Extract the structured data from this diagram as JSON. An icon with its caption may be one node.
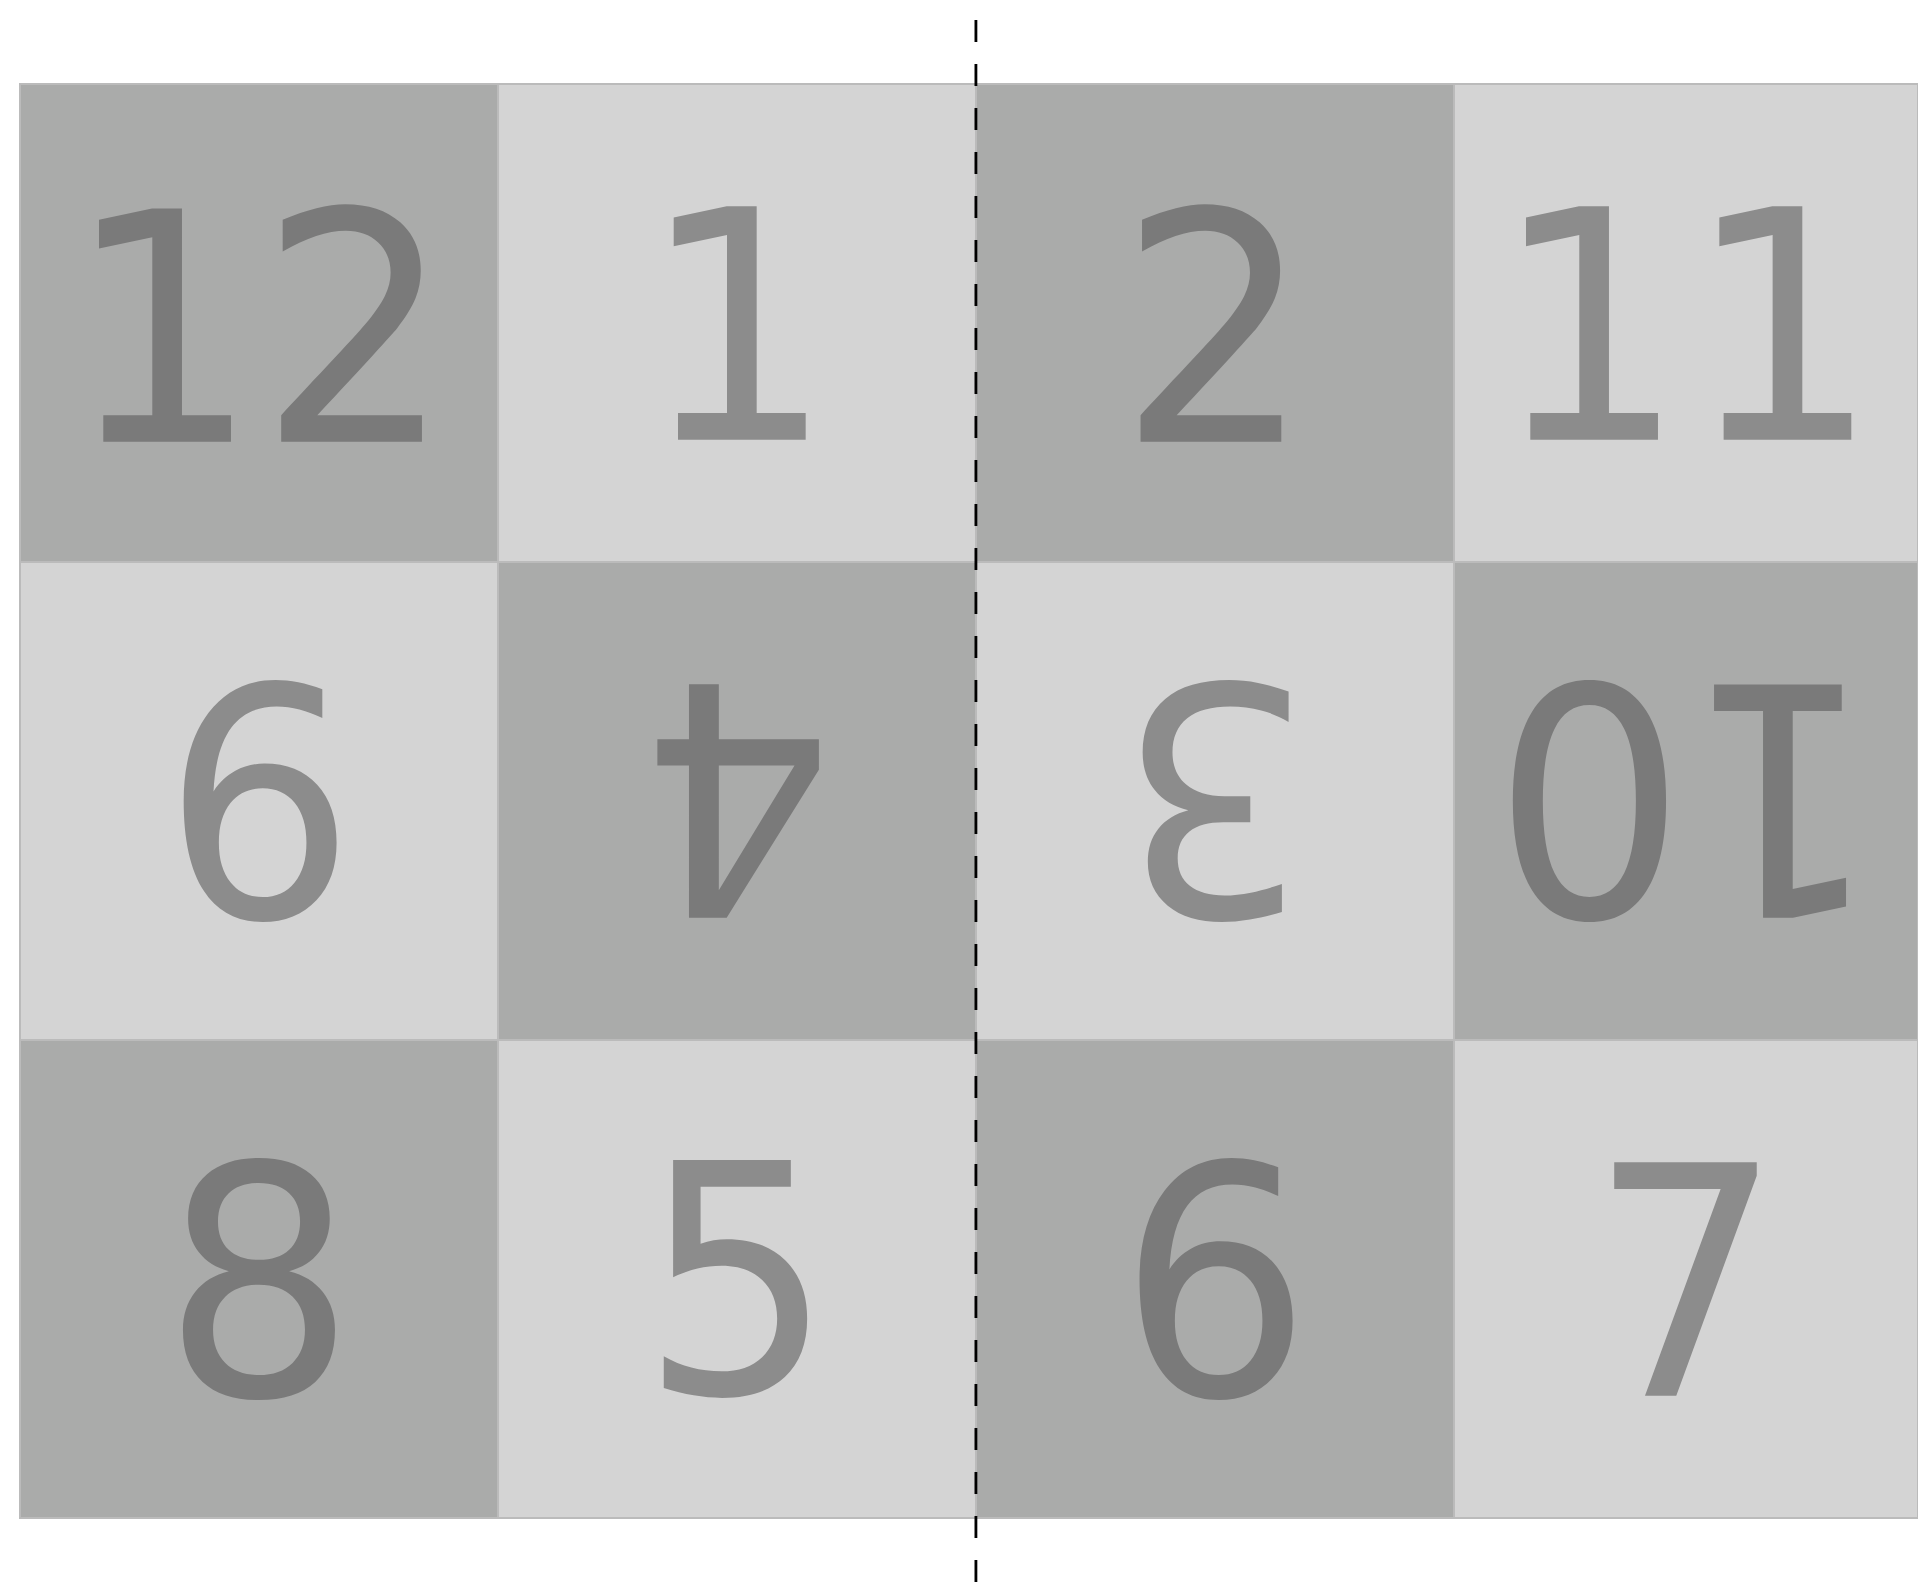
{
  "diagram": {
    "nodes": [
      {
        "text": [
          "12"
        ]
      },
      {
        "text": [
          "1"
        ]
      },
      {
        "text": [
          "2"
        ]
      },
      {
        "text": [
          "11"
        ]
      },
      {
        "text": [
          "9"
        ]
      },
      {
        "text": [
          "4"
        ]
      },
      {
        "text": [
          "3"
        ]
      },
      {
        "text": [
          "10"
        ]
      },
      {
        "text": [
          "8"
        ]
      },
      {
        "text": [
          "5"
        ]
      },
      {
        "text": [
          "6"
        ]
      },
      {
        "text": [
          "7"
        ]
      }
    ]
  }
}
